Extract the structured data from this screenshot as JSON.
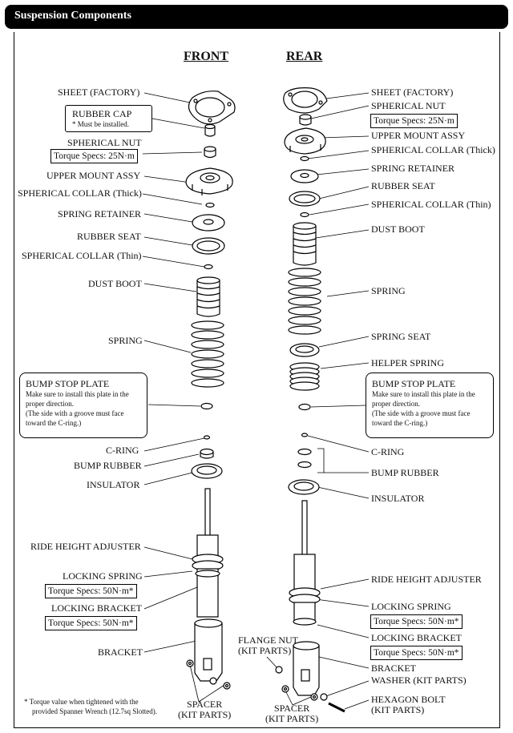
{
  "header": {
    "title": "Suspension Components"
  },
  "columns": {
    "front": "FRONT",
    "rear": "REAR"
  },
  "front": {
    "sheet": "SHEET (FACTORY)",
    "rubber_cap": "RUBBER CAP",
    "rubber_cap_note": "* Must be installed.",
    "spherical_nut": "SPHERICAL NUT",
    "spherical_nut_torque": "Torque Specs: 25N·m",
    "upper_mount": "UPPER MOUNT ASSY",
    "collar_thick": "SPHERICAL COLLAR (Thick)",
    "spring_retainer": "SPRING RETAINER",
    "rubber_seat": "RUBBER SEAT",
    "collar_thin": "SPHERICAL COLLAR (Thin)",
    "dust_boot": "DUST BOOT",
    "spring": "SPRING",
    "bump_plate_title": "BUMP STOP PLATE",
    "bump_plate_note1": "Make sure to install this plate in the proper direction.",
    "bump_plate_note2": "(The side with a groove must face toward the C-ring.)",
    "c_ring": "C-RING",
    "bump_rubber": "BUMP RUBBER",
    "insulator": "INSULATOR",
    "ride_height": "RIDE HEIGHT ADJUSTER",
    "locking_spring": "LOCKING SPRING",
    "locking_spring_torque": "Torque Specs: 50N·m*",
    "locking_bracket": "LOCKING BRACKET",
    "locking_bracket_torque": "Torque Specs: 50N·m*",
    "bracket": "BRACKET",
    "spacer": "SPACER\n(KIT PARTS)"
  },
  "rear": {
    "sheet": "SHEET (FACTORY)",
    "spherical_nut": "SPHERICAL NUT",
    "spherical_nut_torque": "Torque Specs: 25N·m",
    "upper_mount": "UPPER MOUNT ASSY",
    "collar_thick": "SPHERICAL COLLAR (Thick)",
    "spring_retainer": "SPRING RETAINER",
    "rubber_seat": "RUBBER SEAT",
    "collar_thin": "SPHERICAL COLLAR (Thin)",
    "dust_boot": "DUST BOOT",
    "spring": "SPRING",
    "spring_seat": "SPRING SEAT",
    "helper_spring": "HELPER SPRING",
    "bump_plate_title": "BUMP STOP PLATE",
    "bump_plate_note1": "Make sure to install this plate in the proper direction.",
    "bump_plate_note2": "(The side with a groove must face toward the C-ring.)",
    "c_ring": "C-RING",
    "bump_rubber": "BUMP RUBBER",
    "insulator": "INSULATOR",
    "ride_height": "RIDE HEIGHT ADJUSTER",
    "locking_spring": "LOCKING SPRING",
    "locking_spring_torque": "Torque Specs: 50N·m*",
    "locking_bracket": "LOCKING BRACKET",
    "locking_bracket_torque": "Torque Specs: 50N·m*",
    "bracket": "BRACKET",
    "washer": "WASHER (KIT PARTS)",
    "hex_bolt": "HEXAGON BOLT\n(KIT PARTS)",
    "flange_nut": "FLANGE NUT\n(KIT PARTS)",
    "spacer": "SPACER\n(KIT PARTS)"
  },
  "footnote": {
    "line1": "* Torque value when tightened with the",
    "line2": "provided Spanner Wrench (12.7sq Slotted)."
  }
}
